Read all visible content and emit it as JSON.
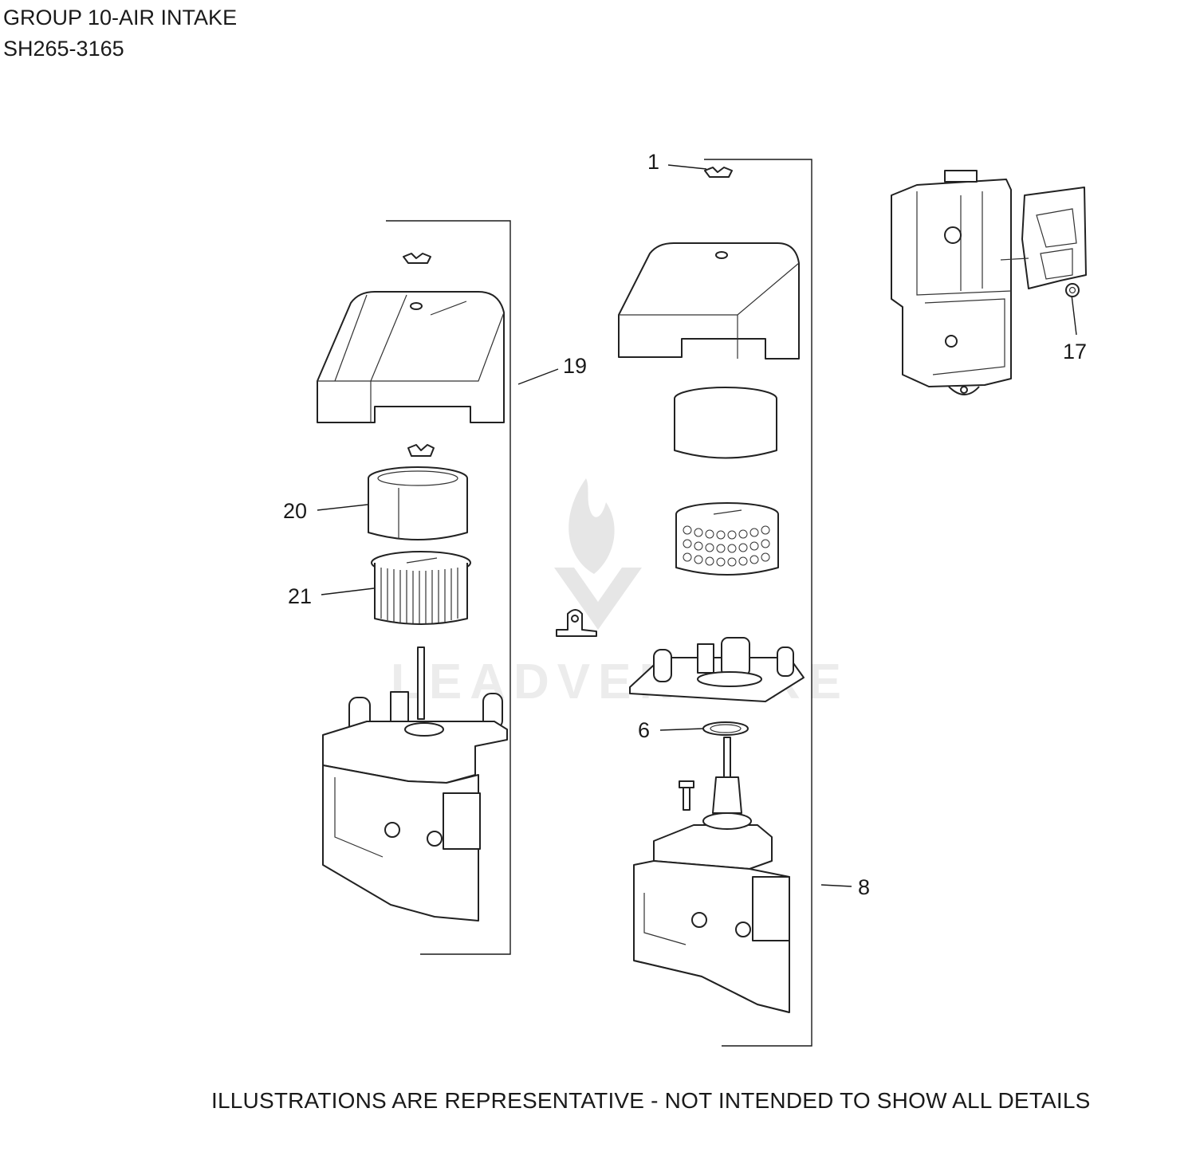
{
  "header": {
    "group": "GROUP 10-AIR INTAKE",
    "model": "SH265-3165"
  },
  "footer": {
    "disclaimer": "ILLUSTRATIONS ARE REPRESENTATIVE - NOT INTENDED TO SHOW ALL DETAILS"
  },
  "watermark": {
    "text": "LEADVENTURE"
  },
  "callouts": [
    {
      "id": "c1",
      "label": "1"
    },
    {
      "id": "c6",
      "label": "6"
    },
    {
      "id": "c8",
      "label": "8"
    },
    {
      "id": "c17",
      "label": "17"
    },
    {
      "id": "c19",
      "label": "19"
    },
    {
      "id": "c20",
      "label": "20"
    },
    {
      "id": "c21",
      "label": "21"
    }
  ]
}
